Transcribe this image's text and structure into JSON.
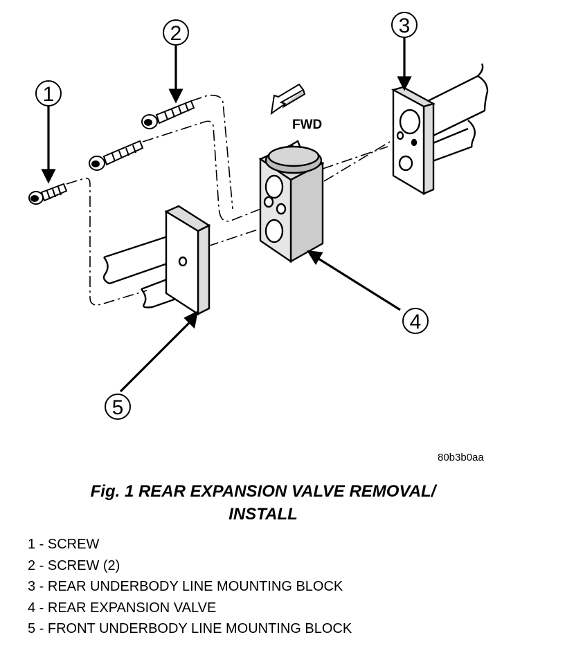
{
  "callouts": [
    "1",
    "2",
    "3",
    "4",
    "5"
  ],
  "fwd_label": "FWD",
  "figure_id": "80b3b0aa",
  "caption": {
    "line1": "Fig. 1 REAR EXPANSION VALVE REMOVAL/",
    "line2": "INSTALL"
  },
  "legend": [
    {
      "num": "1",
      "text": " - SCREW"
    },
    {
      "num": "2",
      "text": " - SCREW (2)"
    },
    {
      "num": "3",
      "text": " - REAR UNDERBODY LINE MOUNTING BLOCK"
    },
    {
      "num": "4",
      "text": " - REAR EXPANSION VALVE"
    },
    {
      "num": "5",
      "text": " - FRONT UNDERBODY LINE MOUNTING BLOCK"
    }
  ]
}
